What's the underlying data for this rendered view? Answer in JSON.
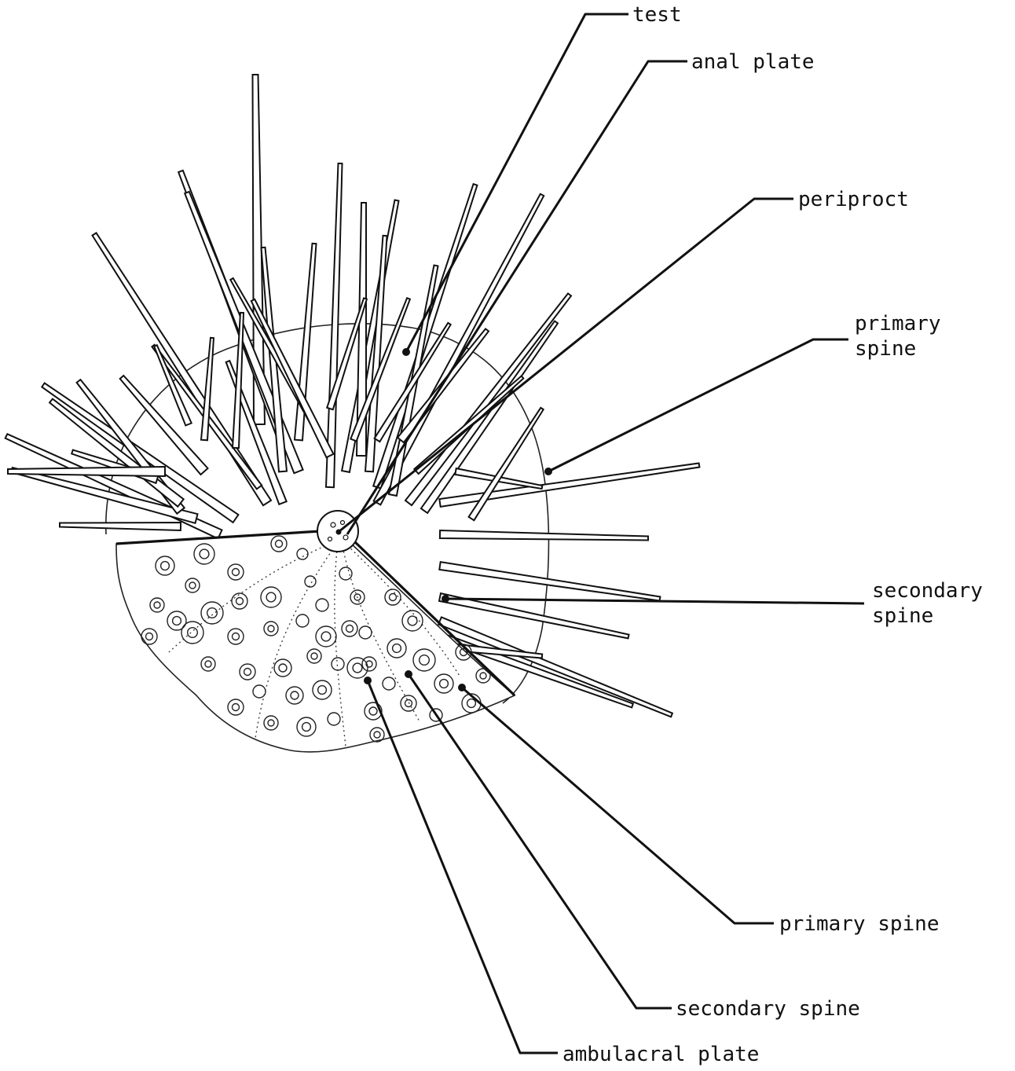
{
  "diagram": {
    "labels": {
      "test": "test",
      "anal_plate": "anal plate",
      "periproct": "periproct",
      "primary_spine_top_line1": "primary",
      "primary_spine_top_line2": "spine",
      "secondary_spine_right_line1": "secondary",
      "secondary_spine_right_line2": "spine",
      "primary_spine_bottom": "primary spine",
      "secondary_spine_bottom": "secondary spine",
      "ambulacral_plate": "ambulacral plate"
    }
  }
}
